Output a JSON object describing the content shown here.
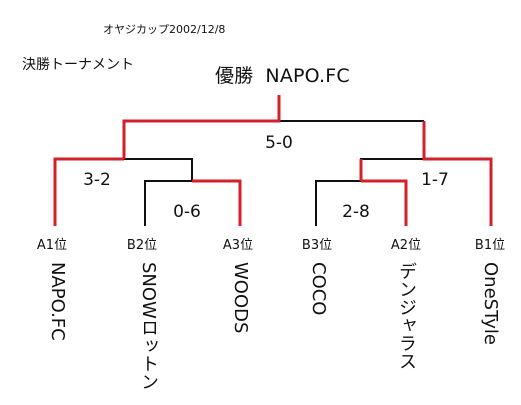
{
  "header": {
    "event": "オヤジカップ2002/12/8"
  },
  "title": "決勝トーナメント",
  "champion": {
    "label": "優勝",
    "team": "NAPO.FC"
  },
  "colors": {
    "winner": "#d4202a",
    "line": "#111111"
  },
  "scores": {
    "final": "5-0",
    "left_semi": "3-2",
    "left_first": "0-6",
    "right_first": "2-8",
    "right_semi": "1-7"
  },
  "teams": [
    {
      "seed": "A1位",
      "name": "NAPO.FC"
    },
    {
      "seed": "B2位",
      "name": "SNOWロットン"
    },
    {
      "seed": "A3位",
      "name": "WOODS"
    },
    {
      "seed": "B3位",
      "name": "COCO"
    },
    {
      "seed": "A2位",
      "name": "デンジャラス"
    },
    {
      "seed": "B1位",
      "name": "OneSTyle"
    }
  ]
}
